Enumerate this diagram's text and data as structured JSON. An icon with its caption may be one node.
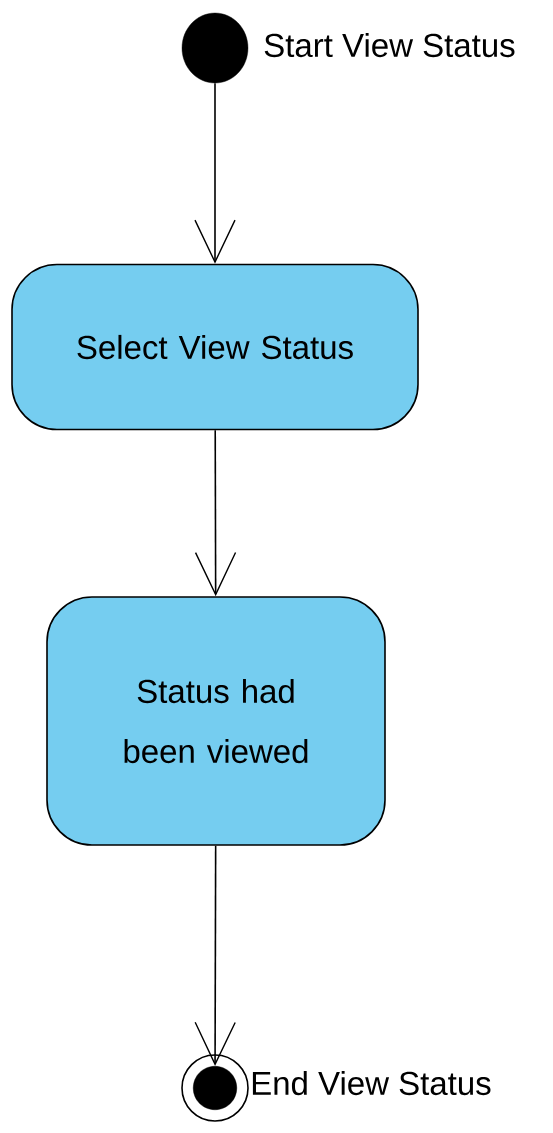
{
  "diagram": {
    "nodes": [
      {
        "text": [],
        "shape": "circle",
        "beside": [
          "Start View Status"
        ]
      },
      {
        "text": [
          "Select View Status"
        ]
      },
      {
        "text": [
          "Status had been viewed"
        ]
      },
      {
        "text": [],
        "shape": "circle",
        "beside": [
          "End View Status"
        ]
      }
    ],
    "edges": [
      {
        "from": 0,
        "to": 1,
        "arrow": "to"
      },
      {
        "from": 1,
        "to": 2,
        "arrow": "to"
      },
      {
        "from": 2,
        "to": 3,
        "arrow": "to"
      }
    ]
  }
}
